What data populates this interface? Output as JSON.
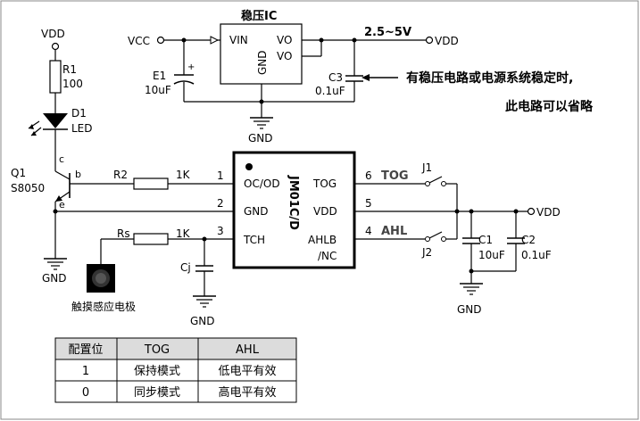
{
  "regulator": {
    "title": "稳压IC",
    "vin": "VIN",
    "vo1": "VO",
    "vo2": "VO",
    "gnd": "GND",
    "vcc": "VCC",
    "range": "2.5~5V",
    "vdd": "VDD",
    "gnd_label": "GND"
  },
  "e1": {
    "name": "E1",
    "value": "10uF",
    "plus": "+"
  },
  "c3": {
    "name": "C3",
    "value": "0.1uF"
  },
  "note": {
    "line1": "有稳压电路或电源系统稳定时,",
    "line2": "此电路可以省略"
  },
  "vdd_top": "VDD",
  "r1": {
    "name": "R1",
    "value": "100"
  },
  "d1": {
    "name": "D1",
    "value": "LED"
  },
  "q1": {
    "name": "Q1",
    "value": "S8050",
    "c": "c",
    "b": "b",
    "e": "e"
  },
  "r2": {
    "name": "R2",
    "value": "1K"
  },
  "rs": {
    "name": "Rs",
    "value": "1K"
  },
  "cj": {
    "name": "Cj"
  },
  "gnd_q1": "GND",
  "gnd_cj": "GND",
  "gnd_right": "GND",
  "pad_label": "触摸感应电极",
  "chip": {
    "part": "JM01C/D",
    "pins_left": [
      "OC/OD",
      "GND",
      "TCH"
    ],
    "pins_right": [
      "TOG",
      "VDD",
      "AHLB",
      "/NC"
    ],
    "num_left": [
      "1",
      "2",
      "3"
    ],
    "num_right": [
      "6",
      "5",
      "4"
    ]
  },
  "tog_label": "TOG",
  "ahl_label": "AHL",
  "j1": "J1",
  "j2": "J2",
  "c1": {
    "name": "C1",
    "value": "10uF"
  },
  "c2": {
    "name": "C2",
    "value": "0.1uF"
  },
  "vdd_right": "VDD",
  "table": {
    "headers": [
      "配置位",
      "TOG",
      "AHL"
    ],
    "rows": [
      [
        "1",
        "保持模式",
        "低电平有效"
      ],
      [
        "0",
        "同步模式",
        "高电平有效"
      ]
    ]
  }
}
